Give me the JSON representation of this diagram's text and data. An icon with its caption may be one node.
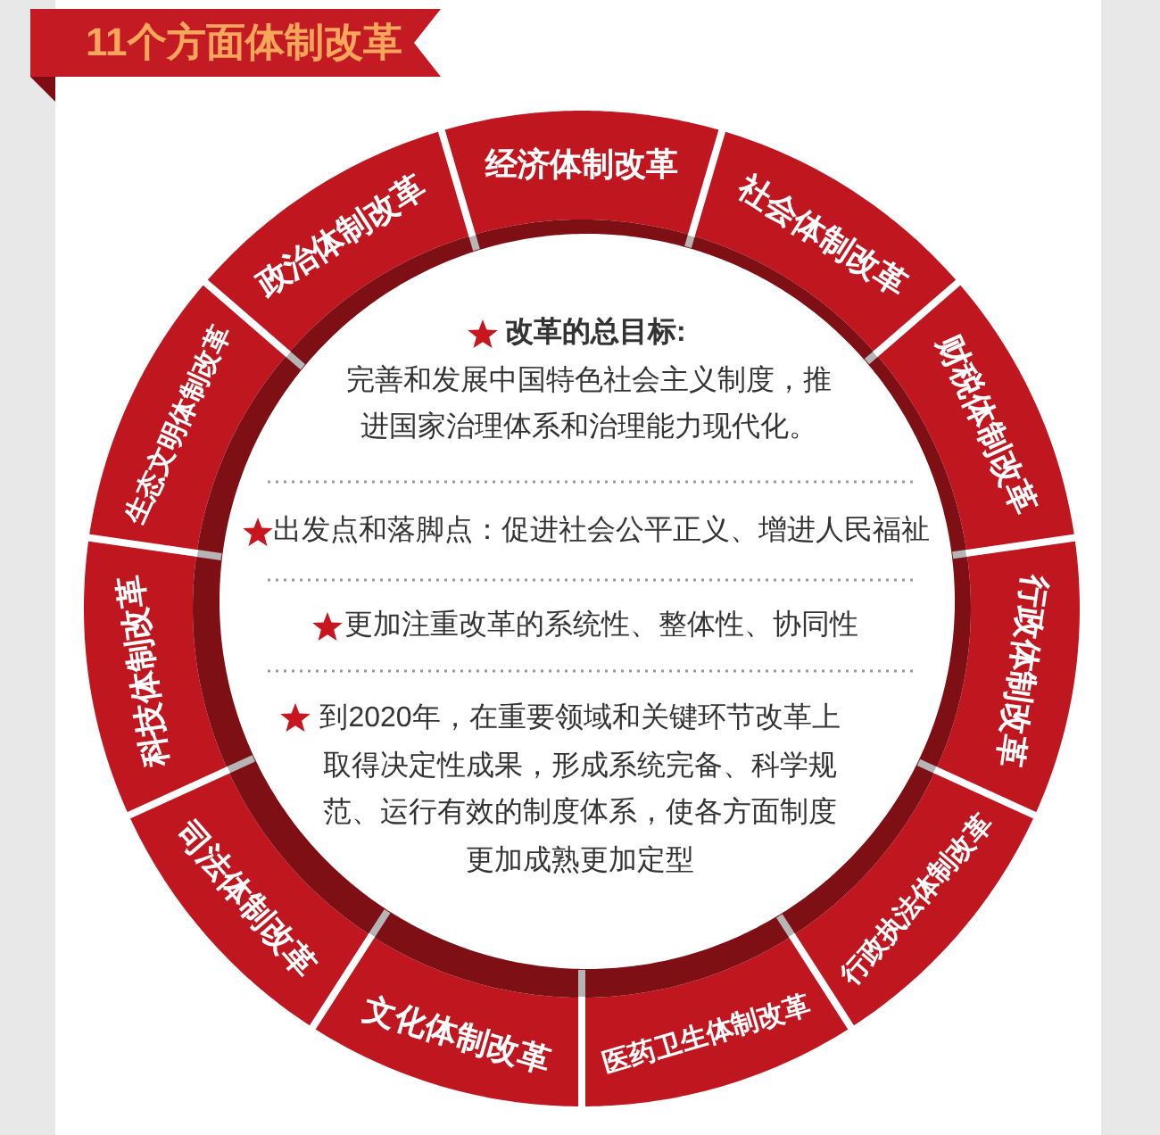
{
  "diagram": {
    "title": "11个方面体制改革",
    "nodes": [
      {
        "text": [
          "经济体制改革"
        ]
      },
      {
        "text": [
          "社会体制改革"
        ]
      },
      {
        "text": [
          "财税体制改革"
        ]
      },
      {
        "text": [
          "行政体制改革"
        ]
      },
      {
        "text": [
          "行政执法体制改革"
        ]
      },
      {
        "text": [
          "医药卫生体制改革"
        ]
      },
      {
        "text": [
          "文化体制改革"
        ]
      },
      {
        "text": [
          "司法体制改革"
        ]
      },
      {
        "text": [
          "科技体制改革"
        ]
      },
      {
        "text": [
          "生态文明体制改革"
        ]
      },
      {
        "text": [
          "政治体制改革"
        ]
      }
    ],
    "labels": [
      "改革的总目标:",
      "完善和发展中国特色社会主义制度，推进国家治理体系和治理能力现代化。",
      "出发点和落脚点：促进社会公平正义、增进人民福祉",
      "更加注重改革的系统性、整体性、协同性",
      "到2020年，在重要领域和关键环节改革上取得决定性成果，形成系统完备、科学规范、运行有效的制度体系，使各方面制度更加成熟更加定型"
    ]
  }
}
